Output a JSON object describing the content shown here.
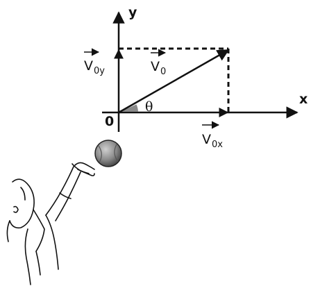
{
  "axes": {
    "x_label": "x",
    "y_label": "y",
    "origin_label": "0"
  },
  "vectors": {
    "v0": {
      "main": "V",
      "sub": "0"
    },
    "v0x": {
      "main": "V",
      "sub": "0x"
    },
    "v0y": {
      "main": "V",
      "sub": "0y"
    }
  },
  "angle_label": "θ",
  "colors": {
    "ink": "#111111",
    "angle_fill": "#8a8a8a",
    "ball": "#9a9a9a",
    "background": "#ffffff"
  }
}
